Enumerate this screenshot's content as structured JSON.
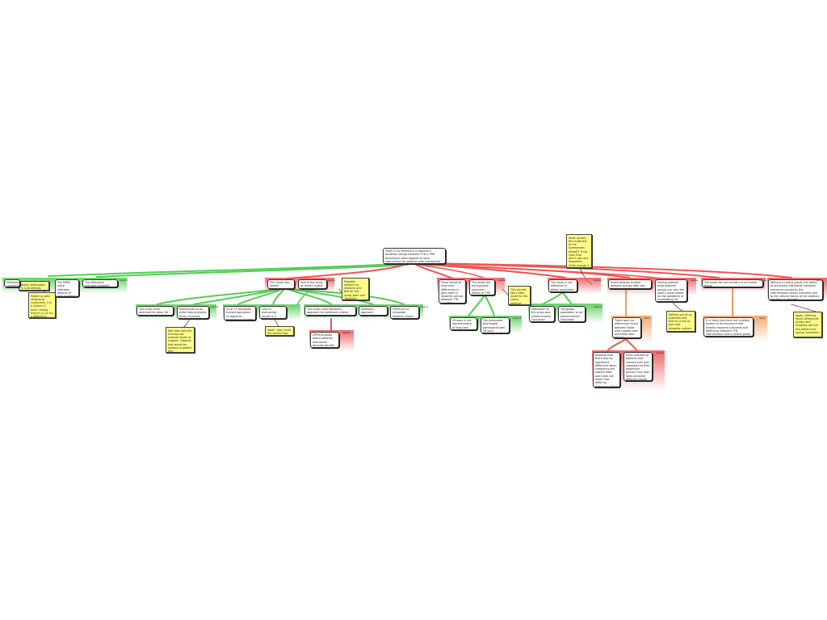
{
  "colors": {
    "support": "#55cc55",
    "oppose": "#ee5555",
    "rebut": "#f0a060",
    "note": "#ffff88"
  },
  "labels": {
    "support": "support",
    "oppose": "oppose",
    "rebut": "rebut"
  },
  "map": {
    "root": {
      "text": "There is no difference in patients’s disability ratings between TTB & FPM techniques when applied as early intervention for patients with mechanical LBP, according to Gove et al."
    },
    "notes": {
      "n_top": "What caused this trade-this to the summarizes ahead?? It not clear that aren't also one disparities limits enough a pain and disability",
      "n_left1": "Blood, adequately in scientifically.",
      "n_left2": "Health (a data relating to continuous, it is a control (1 point, saying they're in) so it's a difference",
      "n_mid1": "Probably reliance on research and NDI for link using 'pain' and 'disability' instead their results",
      "n_mid2": "Not clear how this training can produce levels of support. Subjects that would be needed to predict this.",
      "n_mid3": "Again, they count the careful flow.",
      "n_right1": "This sounds like a little (used for the claim) together instead than the research on",
      "n_right2": "Neither one of an essential one, feel it's a link to pain and disability outliers (they caught)",
      "n_far": "Again, differing result differences of pain and disability will link this better than saying 'outcomes'"
    },
    "nodes": {
      "a1": "Difference comparison in",
      "a2": "The NPRS score indicates amount of pain a patient reports",
      "a3": "The difference indicates disability rating",
      "b1": "This study was biased",
      "b2": "Size of the study at results invalid results",
      "c1": "This study were preferred for data, Nd by NEW",
      "c2": "Preferences to an initial step produces times increases",
      "c3": "43 of 37 therapists trained equivalent in regard to technique outcomes",
      "c4": "Lack of manuscript results in a biased reason",
      "c5": "This study used Maitland's approach for treatment criteria rather than CPPM",
      "c6": "Maitland's approach frequent used for LBP",
      "c7": "CPPM are an increased research choice",
      "d1": "CPPM provides better patients who would describe benefit from manual therapy",
      "e1": "There would be long term differences in pain relief or disability ratings between TTB and FPM techniques",
      "e2": "This study did not evaluate long-term effects of TTB and FPM",
      "e3": "28 days is not representative of long-time",
      "e4": "The exhausted discharged participants was 28 days",
      "f1": "The study is not reflective of global population",
      "f2": "Population of the study was predominantly Caucasian",
      "f3": "The global population is not predominantly Caucasian",
      "g1": "Acute patients treated between groups after two visits",
      "g2": "Having patients treat between groups can vary the sight a study based on the possibility of invalidating the results",
      "g3": "There were no differences found between those who crossed over and those who did not",
      "g4": "Knowing that there was no significant difference when comparing the patient treat over does not mean that differing patients in these two did not also their outcomes",
      "g5": "If the outcome of patients that crossed over was separated to their respective groups, they may have achieved different results",
      "h1": "The study did not include a true control group",
      "h2": "It is likely that there are multiple studies in the literature that already explored outcomes and difference between TTB interventions and a control group",
      "i1": "Without a control group, the ability to accurately distinguish between outcomes caused by the interventions versus outcomes due to the natural history of the patients condition is reduced"
    }
  }
}
